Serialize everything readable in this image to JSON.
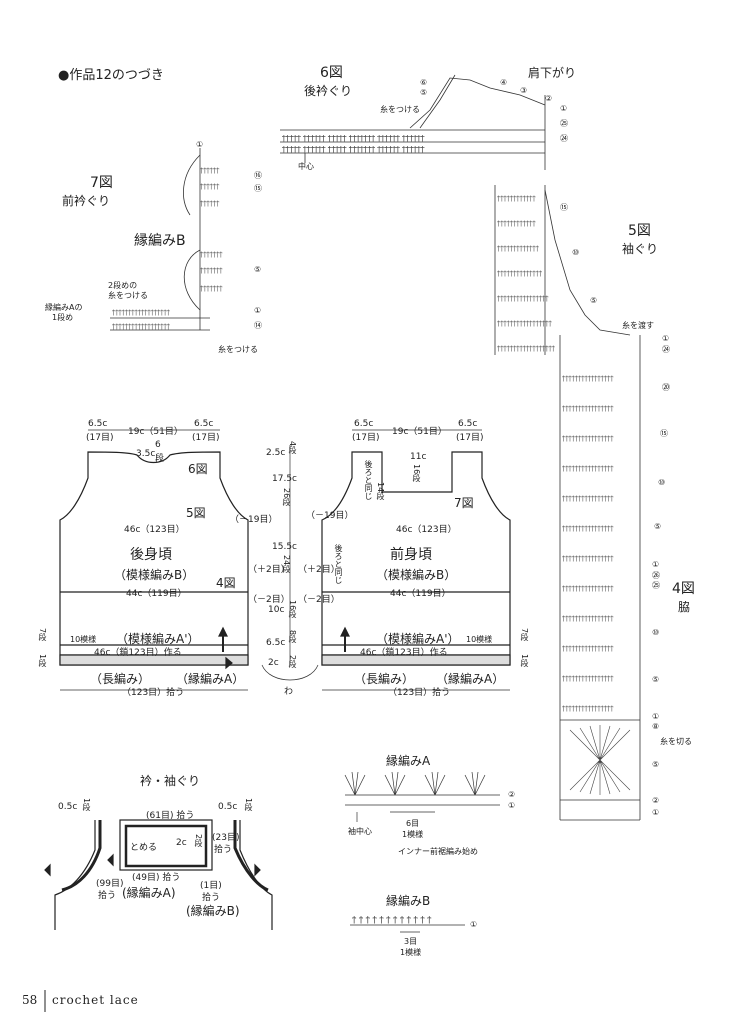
{
  "page": {
    "number": "58",
    "brand": "crochet lace",
    "continuation": "●作品12のつづき"
  },
  "fig6": {
    "title": "6図",
    "subtitle": "後衿ぐり",
    "center": "中心",
    "attach": "糸をつける",
    "shoulder": "肩下がり",
    "rows_left": [
      "⑥",
      "⑤"
    ],
    "rows_right": [
      "④",
      "③",
      "②",
      "①",
      "㉕",
      "㉔"
    ]
  },
  "fig7": {
    "title": "7図",
    "subtitle": "前衿ぐり",
    "edge_b": "縁編みB",
    "attach2": "2段めの",
    "attach2b": "糸をつける",
    "edge_a": "縁編みAの",
    "edge_a2": "1段め",
    "attach": "糸をつける",
    "rows": [
      "①",
      "⑯",
      "⑮",
      "⑤",
      "①",
      "⑭"
    ]
  },
  "fig5": {
    "title": "5図",
    "subtitle": "袖ぐり",
    "pass": "糸を渡す",
    "rows": [
      "⑮",
      "⑩",
      "⑤",
      "①",
      "㉔",
      "⑳",
      "⑮",
      "⑩",
      "⑤",
      "①",
      "㉖",
      "㉕"
    ]
  },
  "fig4": {
    "title": "4図",
    "subtitle": "脇",
    "cut": "糸を切る",
    "rows": [
      "⑩",
      "⑤",
      "①",
      "⑧",
      "⑤",
      "②",
      "①"
    ]
  },
  "back": {
    "top_left": "6.5c",
    "top_left_st": "(17目)",
    "top_mid": "19c（51目）",
    "top_right": "6.5c",
    "top_right_st": "(17目)",
    "neck": "3.5c",
    "neck_rows": "6",
    "neck_unit": "段",
    "fig6": "6図",
    "fig5": "5図",
    "width46": "46c（123目）",
    "title": "後身頃",
    "pattern": "（模様編みB）",
    "fig4": "4図",
    "width44": "44c（119目）",
    "pattern_a": "（模様編みA'）",
    "rep": "10模様",
    "hem": "46c（鎖123目）作る",
    "long": "（長編み）",
    "edge_a": "（縁編みA）",
    "pick": "（123目）拾う",
    "dec19": "（－19目）",
    "inc2": "（＋2目）",
    "dec2": "（－2目）",
    "side7": "7段",
    "side1": "1段"
  },
  "front": {
    "top_left": "6.5c",
    "top_left_st": "(17目)",
    "top_mid": "19c（51目）",
    "top_right": "6.5c",
    "top_right_st": "(17目)",
    "neck_c": "11c",
    "neck_r": "16段",
    "same": "後ろと同じ",
    "rows14": "14段",
    "fig7": "7図",
    "width46": "46c（123目）",
    "title": "前身頃",
    "pattern": "（模様編みB）",
    "width44": "44c（119目）",
    "pattern_a": "（模様編みA'）",
    "rep": "10模様",
    "hem": "46c（鎖123目）作る",
    "long": "（長編み）",
    "edge_a": "（縁編みA）",
    "pick": "（123目）拾う",
    "dec19": "（－19目）",
    "inc2": "（＋2目）",
    "dec2": "（－2目）",
    "same2": "後ろと同じ",
    "side7": "7段",
    "side1": "1段"
  },
  "mid": {
    "r1": "2.5c",
    "r1s": "4段",
    "r2": "17.5c",
    "r2s": "26段",
    "r3": "15.5c",
    "r3s": "24段",
    "r4": "10c",
    "r4s": "16段",
    "r5": "6.5c",
    "r5s": "8段",
    "r6": "2c",
    "r6s": "2段",
    "w": "わ"
  },
  "collar": {
    "title": "衿・袖ぐり",
    "c05a": "0.5c",
    "r1a": "1段",
    "c05b": "0.5c",
    "r1b": "1段",
    "top": "(61目) 拾う",
    "stop": "とめる",
    "c2": "2c",
    "r2": "2段",
    "ps49": "(49目) 拾う",
    "ps23": "(23目)",
    "ps23b": "拾う",
    "ps99": "(99目)",
    "ps99b": "拾う",
    "edge_a": "(縁編みA)",
    "ps1": "(1目)",
    "ps1b": "拾う",
    "edge_b": "(縁編みB)"
  },
  "edgeA": {
    "title": "縁編みA",
    "center": "袖中心",
    "rep": "6目",
    "rep2": "1模様",
    "start": "インナー前裾編み始め",
    "rows": [
      "②",
      "①"
    ]
  },
  "edgeB": {
    "title": "縁編みB",
    "rep": "3目",
    "rep2": "1模様",
    "rows": [
      "①"
    ]
  }
}
